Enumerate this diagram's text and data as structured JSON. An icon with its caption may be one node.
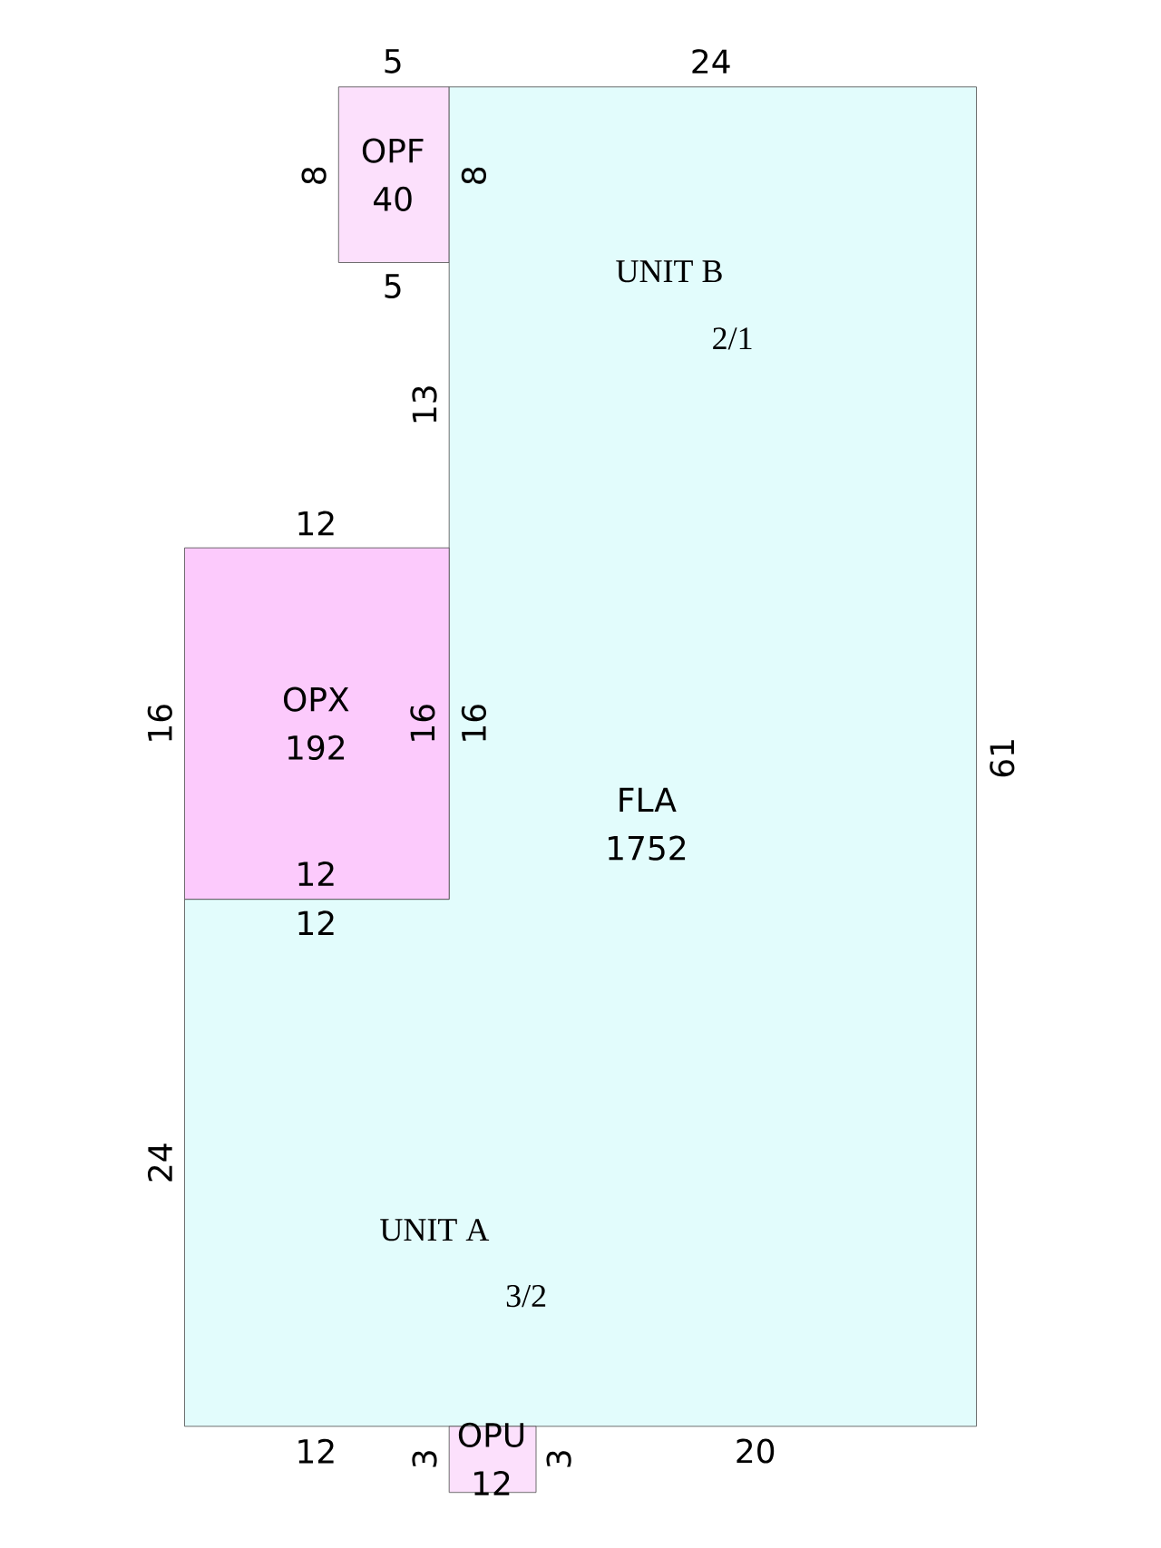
{
  "diagram": {
    "nodes": [
      {
        "text": [
          "OPF",
          "40"
        ]
      },
      {
        "text": [
          "FLA",
          "1752"
        ]
      },
      {
        "text": [
          "OPX",
          "192"
        ]
      },
      {
        "text": [
          "OPU",
          "12"
        ]
      }
    ],
    "labels": [
      "5",
      "24",
      "8",
      "8",
      "UNIT B",
      "5",
      "2/1",
      "13",
      "12",
      "16",
      "16",
      "16",
      "12",
      "12",
      "61",
      "24",
      "UNIT A",
      "3/2",
      "12",
      "3",
      "3",
      "20"
    ]
  }
}
